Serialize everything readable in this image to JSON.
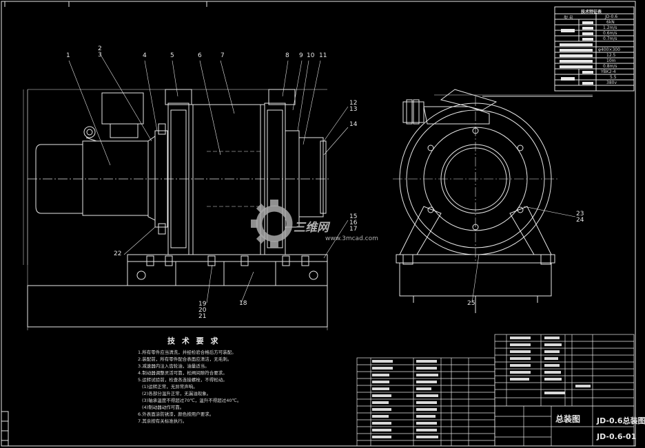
{
  "drawing": {
    "title_cn": "JD-0.6总装图",
    "drawing_no": "JD-0.6-01",
    "name_label": "总装图",
    "note_requirements_title": "技 术 要 求",
    "requirements": [
      "1.所有零件应当清洗，并经检验合格后方可装配。",
      "2.装配前，所有零件配合表面应清洁，无毛刺。",
      "3.减速器内注入齿轮油，油量适当。",
      "4.制动器调整灵活可靠，松闸间隙符合要求。",
      "5.运转试验前，检查各连接螺栓，不得松动。",
      "(1)运转正常，无异常声响。",
      "(2)各部分温升正常，无漏油现象。",
      "(3)轴承温度不得超过70℃，温升不得超过40℃。",
      "(4)制动器动作可靠。",
      "6.外表面涂防锈漆，颜色按用户要求。",
      "7.其余按有关标准执行。"
    ]
  },
  "spec_table": {
    "title": "技术特征表",
    "rows": [
      {
        "label": "型 号",
        "value": "JD-0.6"
      },
      {
        "label": "",
        "value": "6kN"
      },
      {
        "label": "",
        "value": "1.2m/s"
      },
      {
        "label": "",
        "value": "0.6m/s"
      },
      {
        "label": "",
        "value": "0.7m/s"
      },
      {
        "label": "",
        "value": ""
      },
      {
        "label": "",
        "value": "φ400×300"
      },
      {
        "label": "",
        "value": "12.5"
      },
      {
        "label": "",
        "value": "10m"
      },
      {
        "label": "",
        "value": "0.8m/s"
      },
      {
        "label": "",
        "value": "YBK2-4"
      },
      {
        "label": "",
        "value": "5.5"
      },
      {
        "label": "",
        "value": "380v"
      }
    ]
  },
  "part_numbers": [
    "1",
    "2",
    "3",
    "4",
    "5",
    "6",
    "7",
    "8",
    "9",
    "10",
    "11",
    "12",
    "13",
    "14",
    "15",
    "16",
    "17",
    "18",
    "19",
    "20",
    "21",
    "22",
    "23",
    "24",
    "25"
  ],
  "watermark": {
    "brand": "三维网",
    "url": "www.3mcad.com"
  }
}
